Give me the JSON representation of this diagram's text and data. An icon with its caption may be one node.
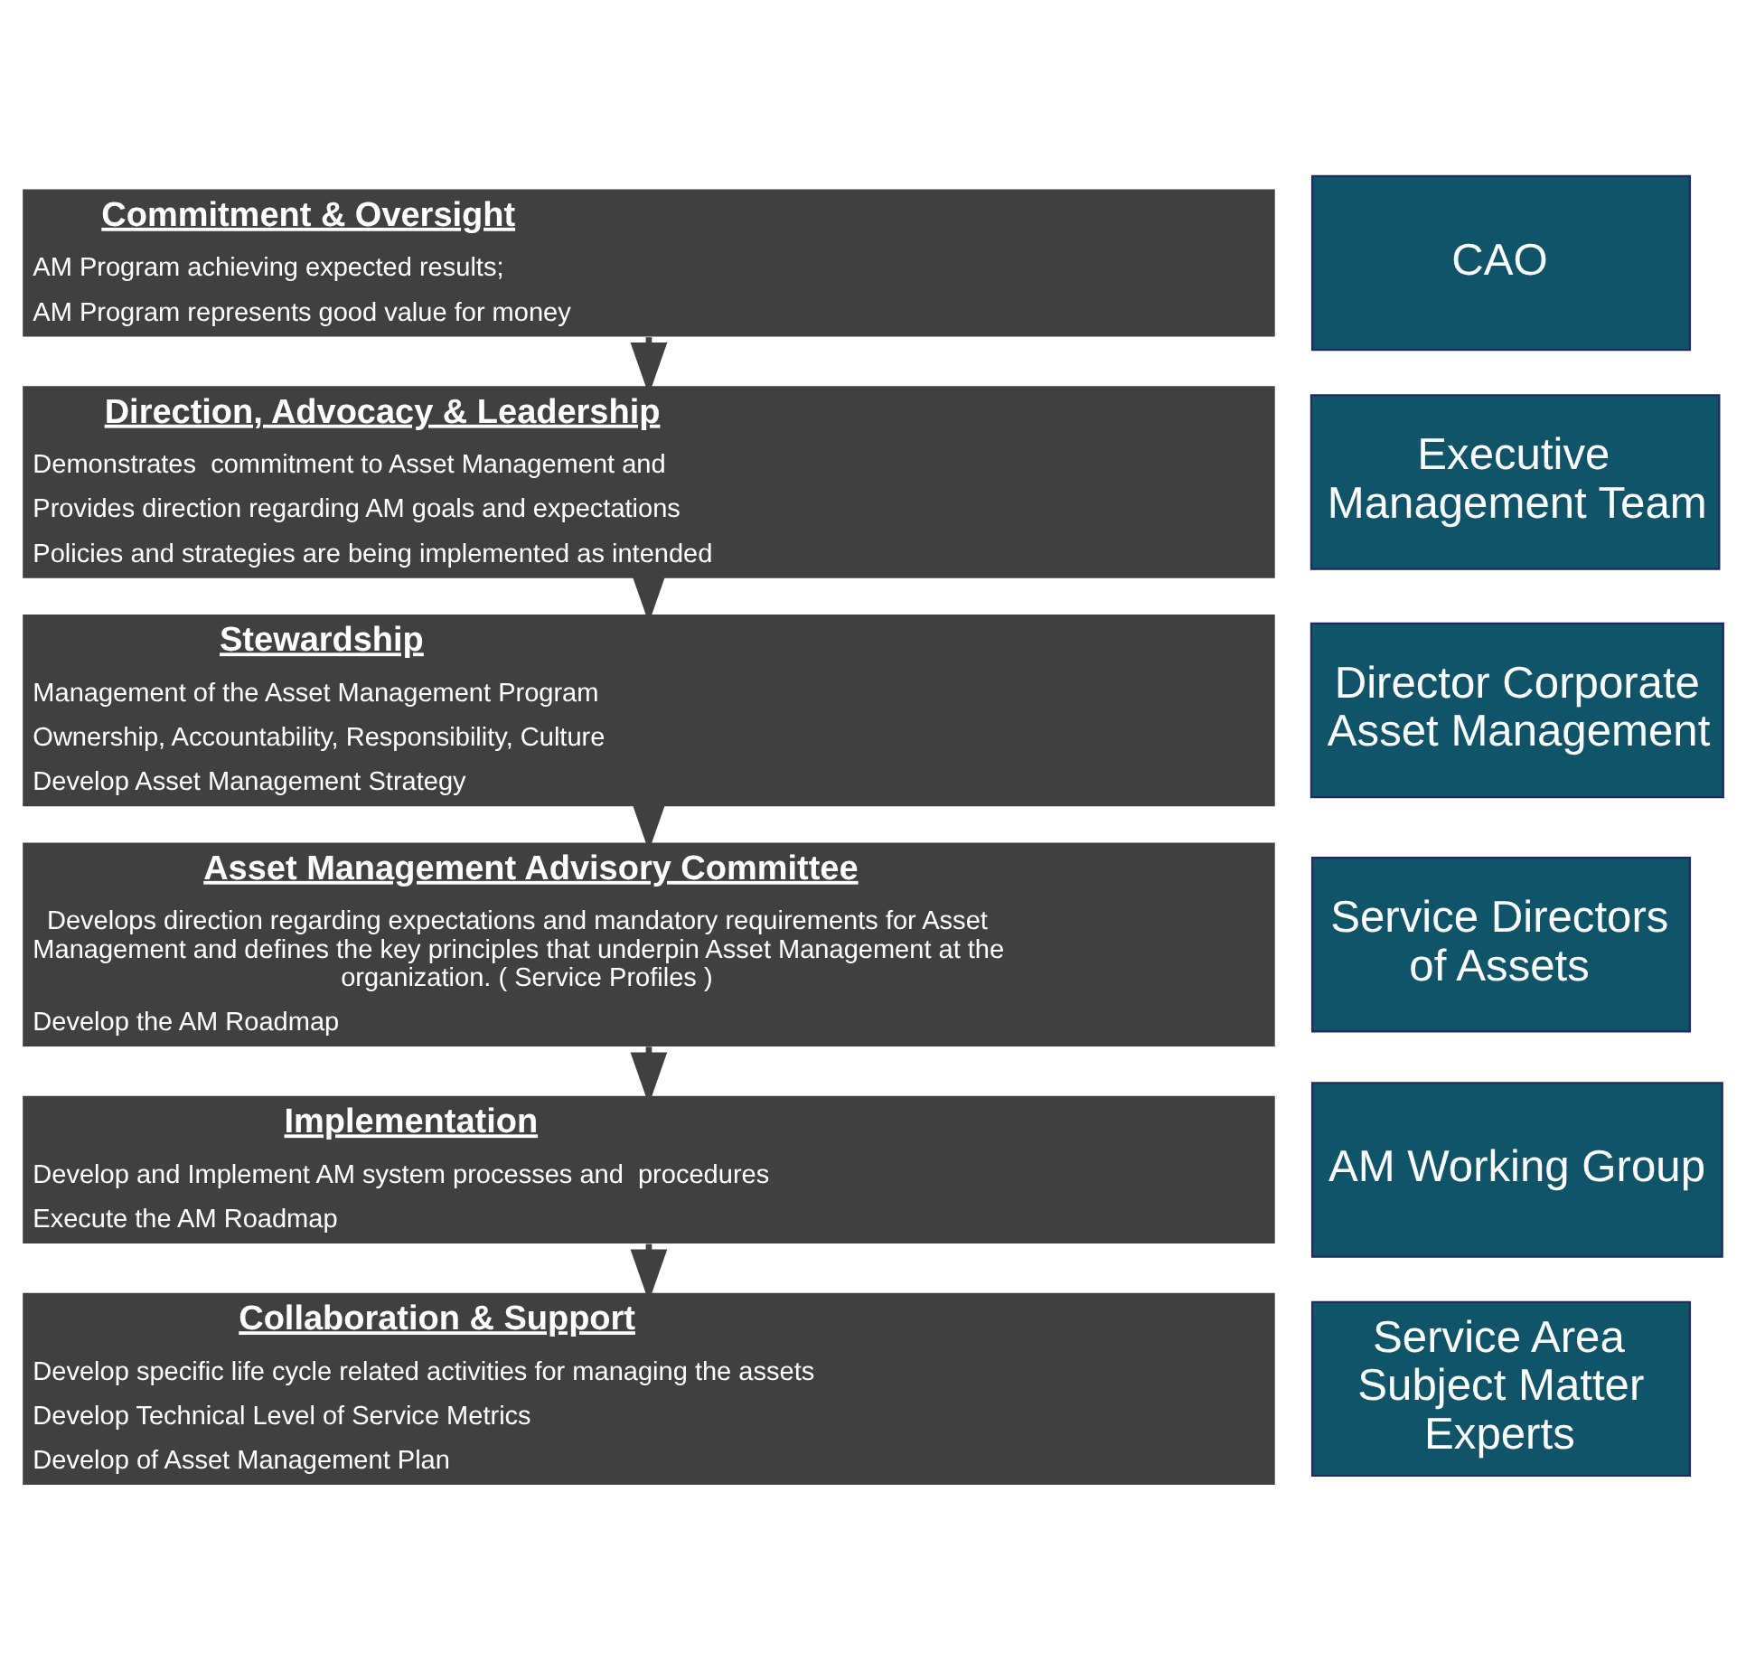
{
  "diagram": {
    "nodes": [
      {
        "text": [
          "Commitment & Oversight",
          "AM Program achieving expected results;",
          "AM Program represents good value for money"
        ]
      },
      {
        "text": [
          "CAO"
        ]
      },
      {
        "text": [
          "Direction, Advocacy & Leadership",
          "Demonstrates  commitment to Asset Management and",
          "Provides direction regarding AM goals and expectations",
          "Policies and strategies are being implemented as intended"
        ]
      },
      {
        "text": [
          "Executive Management Team"
        ]
      },
      {
        "text": [
          " Stewardship",
          "Management of the Asset Management Program",
          "Ownership, Accountability, Responsibility, Culture",
          "Develop Asset Management Strategy"
        ]
      },
      {
        "text": [
          "Director Corporate Asset Management"
        ]
      },
      {
        "text": [
          "Asset Management Advisory Committee",
          "Develops direction regarding expectations and mandatory requirements for Asset Management and defines the key principles that underpin Asset Management at the organization. ( Service Profiles )",
          "Develop the AM Roadmap"
        ]
      },
      {
        "text": [
          "Service Directors of Assets"
        ]
      },
      {
        "text": [
          "Implementation",
          "Develop and Implement AM system processes and  procedures",
          "Execute the AM Roadmap"
        ]
      },
      {
        "text": [
          "AM Working Group"
        ]
      },
      {
        "text": [
          "Collaboration & Support",
          "Develop specific life cycle related activities for managing the assets",
          "Develop Technical Level of Service Metrics",
          "Develop of Asset Management Plan"
        ]
      },
      {
        "text": [
          "Service Area Subject Matter Experts"
        ]
      }
    ],
    "edges": [
      {
        "from": 0,
        "to": 2,
        "arrow": "to"
      },
      {
        "from": 2,
        "to": 4,
        "arrow": "to"
      },
      {
        "from": 4,
        "to": 6,
        "arrow": "to"
      },
      {
        "from": 6,
        "to": 8,
        "arrow": "to"
      },
      {
        "from": 8,
        "to": 10,
        "arrow": "to"
      }
    ]
  }
}
